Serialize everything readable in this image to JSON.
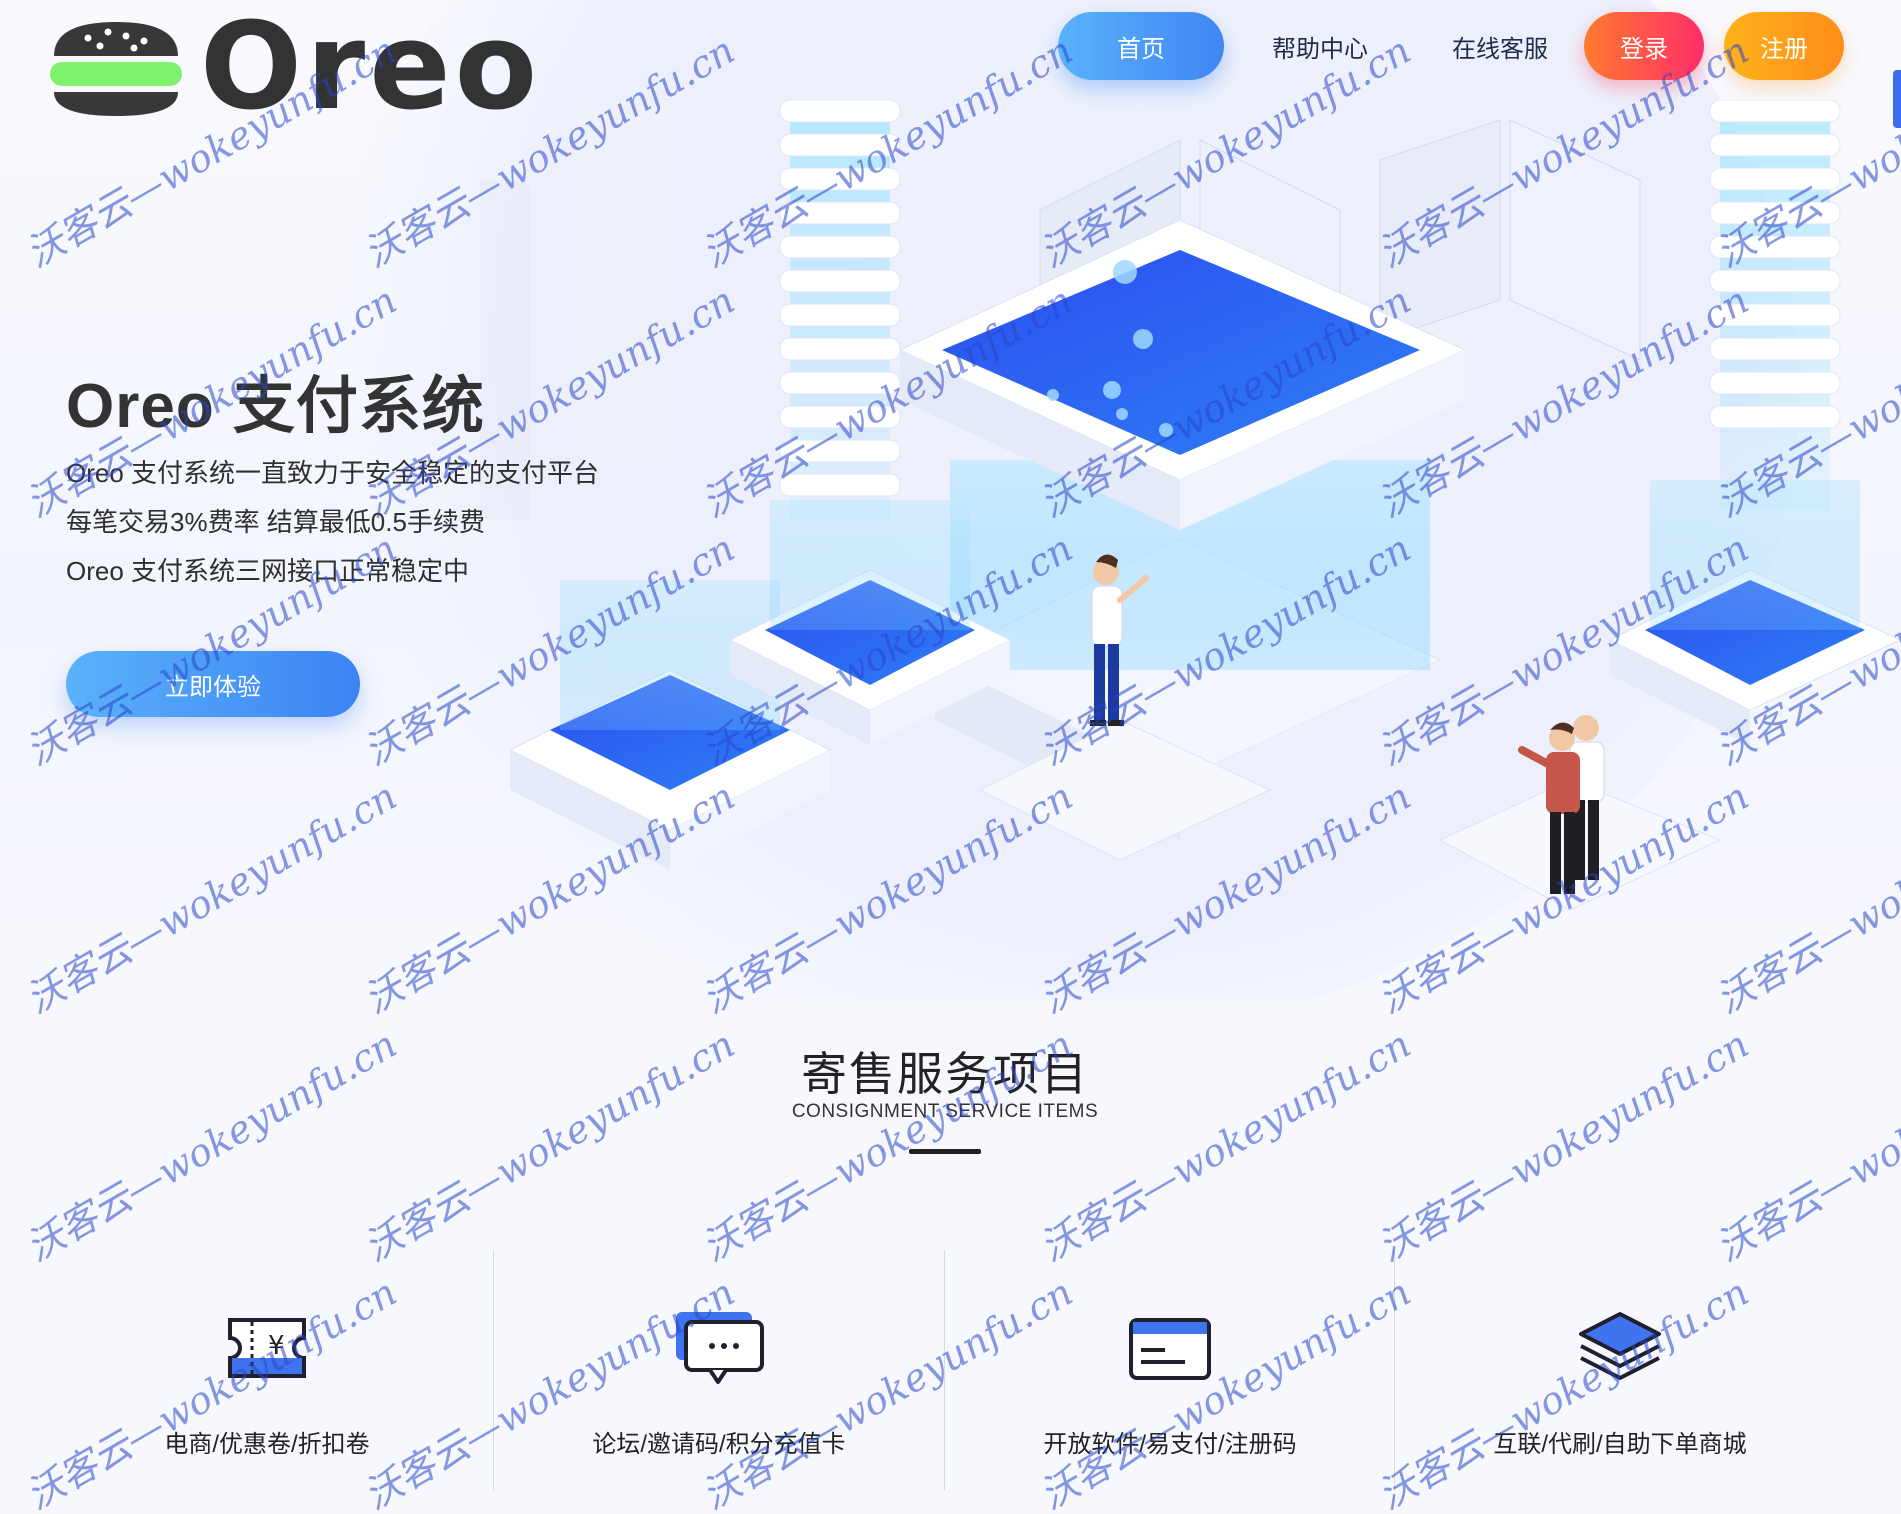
{
  "brand": {
    "logo_text": "Oreo"
  },
  "nav": {
    "home": "首页",
    "help": "帮助中心",
    "service": "在线客服",
    "login": "登录",
    "register": "注册"
  },
  "hero": {
    "title": "Oreo 支付系统",
    "lines": [
      "Oreo 支付系统一直致力于安全稳定的支付平台",
      "每笔交易3%费率 结算最低0.5手续费",
      "Oreo 支付系统三网接口正常稳定中"
    ],
    "cta": "立即体验"
  },
  "section": {
    "title": "寄售服务项目",
    "subtitle": "CONSIGNMENT SERVICE ITEMS"
  },
  "services": [
    {
      "icon": "coupon-icon",
      "label": "电商/优惠卷/折扣卷"
    },
    {
      "icon": "chat-icon",
      "label": "论坛/邀请码/积分充值卡"
    },
    {
      "icon": "card-icon",
      "label": "开放软件/易支付/注册码"
    },
    {
      "icon": "layers-icon",
      "label": "互联/代刷/自助下单商城"
    }
  ],
  "watermark": "沃客云—wokeyunfu.cn",
  "colors": {
    "primary_blue": "#3f86f3",
    "login_gradient": "#ff2d6a",
    "register_gradient": "#ff8d1a",
    "illustration_blue": "#2f5cf0"
  }
}
